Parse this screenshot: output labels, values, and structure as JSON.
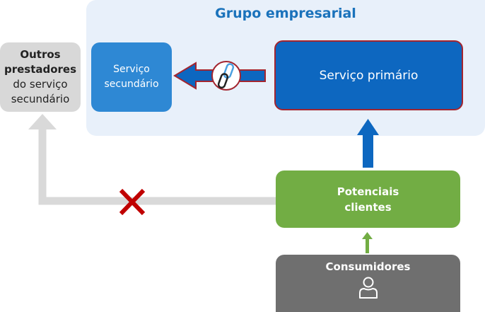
{
  "group": {
    "title": "Grupo empresarial",
    "background_color": "#e8f0fa",
    "title_color": "#1a72bb"
  },
  "nodes": {
    "other_providers": {
      "line1": "Outros",
      "line2": "prestadores",
      "line3": "do serviço",
      "line4": "secundário",
      "color": "#d8d8d8"
    },
    "secondary_service": {
      "line1": "Serviço",
      "line2": "secundário",
      "color": "#2e88d4"
    },
    "primary_service": {
      "label": "Serviço primário",
      "color": "#0d67c0",
      "border_color": "#a3252f"
    },
    "potential_clients": {
      "line1": "Potenciais",
      "line2": "clientes",
      "color": "#72ad44"
    },
    "consumers": {
      "label": "Consumidores",
      "icon": "person-icon",
      "color": "#6f6f6f"
    }
  },
  "edges": [
    {
      "from": "primary_service",
      "to": "secondary_service",
      "style": "blue-arrow-with-link",
      "icon": "chain-link-icon"
    },
    {
      "from": "potential_clients",
      "to": "primary_service",
      "style": "blue-arrow"
    },
    {
      "from": "consumers",
      "to": "potential_clients",
      "style": "green-arrow"
    },
    {
      "from": "potential_clients",
      "to": "other_providers",
      "style": "grey-arrow-blocked",
      "icon": "red-x-icon"
    }
  ]
}
